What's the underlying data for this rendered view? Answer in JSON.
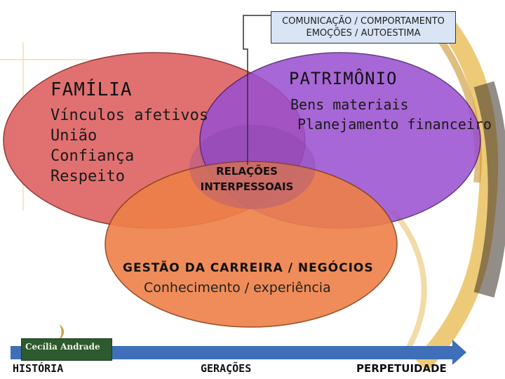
{
  "top_box": {
    "line1": "COMUNICAÇÃO / COMPORTAMENTO",
    "line2": "EMOÇÕES / AUTOESTIMA"
  },
  "familia": {
    "title": "FAMÍLIA",
    "items": [
      "Vínculos afetivos",
      "União",
      "Confiança",
      "Respeito"
    ],
    "color": "#e06a6a"
  },
  "patrimonio": {
    "title": "PATRIMÔNIO",
    "items": [
      "Bens materiais",
      "Planejamento financeiro"
    ],
    "color": "#9a4fd0"
  },
  "relacoes": {
    "line1": "RELAÇÕES",
    "line2": "INTERPESSOAIS"
  },
  "carreira": {
    "title": "GESTÃO DA CARREIRA / NEGÓCIOS",
    "subtitle": "Conhecimento / experiência",
    "color": "#ee8048"
  },
  "timeline": {
    "labels": [
      "HISTÓRIA",
      "GERAÇÕES",
      "PERPETUIDADE"
    ],
    "arrow_color": "#3e6fb8"
  },
  "logo": {
    "text": "Cecília Andrade"
  }
}
